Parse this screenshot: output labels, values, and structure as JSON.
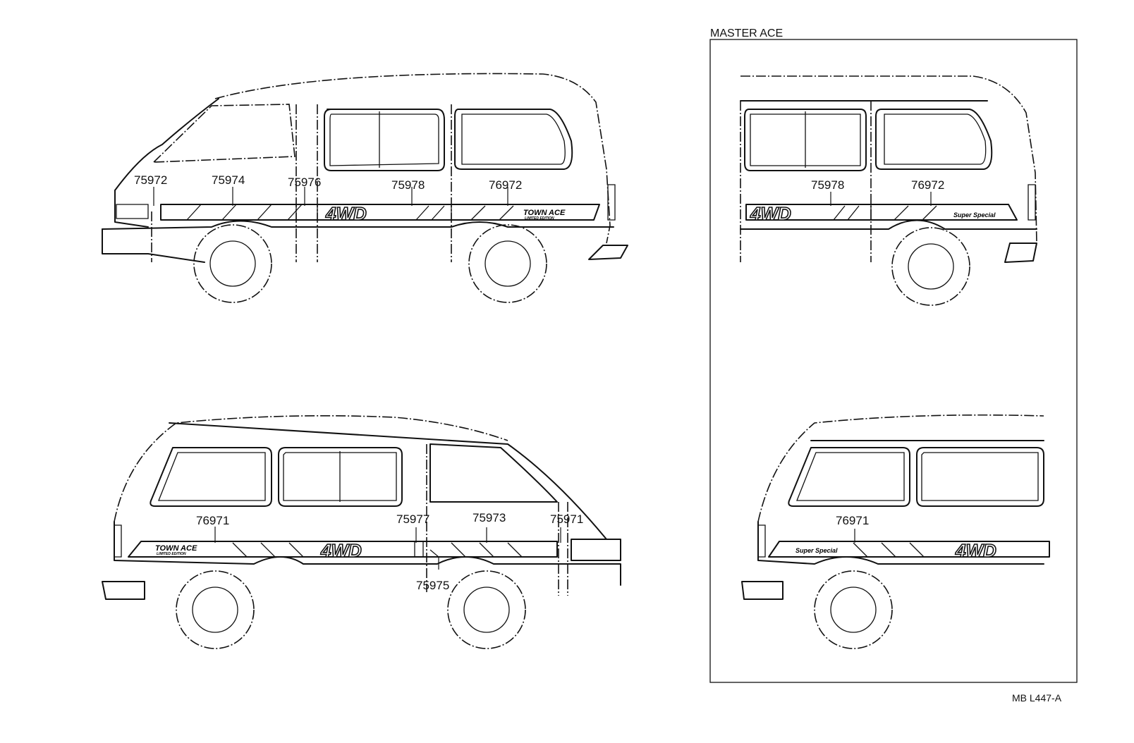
{
  "inset": {
    "title": "MASTER ACE"
  },
  "reference": "MB L447-A",
  "views": {
    "top_left": {
      "callouts": [
        "75972",
        "75974",
        "75976",
        "75978",
        "76972"
      ],
      "decal_text": {
        "badge": "4WD",
        "model": "TOWN ACE",
        "edition": "LIMITED EDITION"
      }
    },
    "bottom_left": {
      "callouts": [
        "76971",
        "75977",
        "75973",
        "75971",
        "75975"
      ],
      "decal_text": {
        "badge": "4WD",
        "model": "TOWN ACE",
        "edition": "LIMITED EDITION"
      }
    },
    "top_right": {
      "callouts": [
        "75978",
        "76972"
      ],
      "decal_text": {
        "badge": "4WD",
        "script": "Super Special"
      }
    },
    "bottom_right": {
      "callouts": [
        "76971"
      ],
      "decal_text": {
        "badge": "4WD",
        "script": "Super Special"
      }
    }
  }
}
